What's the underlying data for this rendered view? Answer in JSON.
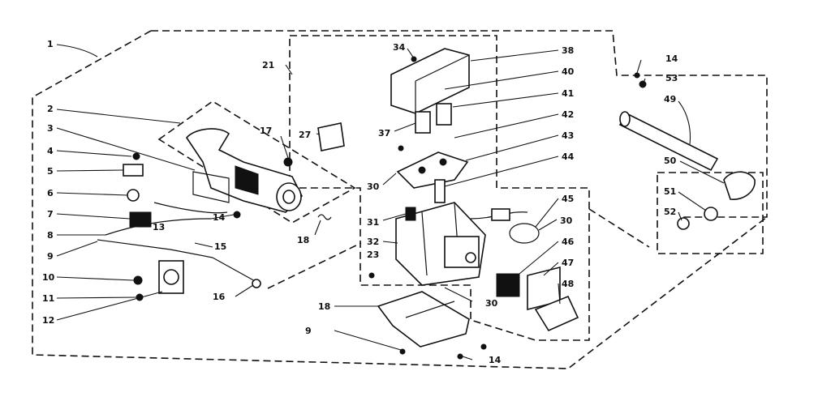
{
  "callouts": {
    "c1": "1",
    "c2": "2",
    "c3": "3",
    "c4": "4",
    "c5": "5",
    "c6": "6",
    "c7": "7",
    "c8": "8",
    "c9": "9",
    "c10": "10",
    "c11": "11",
    "c12": "12",
    "c13": "13",
    "c14a": "14",
    "c15": "15",
    "c16": "16",
    "c17": "17",
    "c18a": "18",
    "c21": "21",
    "c27": "27",
    "c30a": "30",
    "c31": "31",
    "c32": "32",
    "c23": "23",
    "c18b": "18",
    "c9b": "9",
    "c14b": "14",
    "c30b": "30",
    "c30c": "30",
    "c34": "34",
    "c37": "37",
    "c38": "38",
    "c40": "40",
    "c41": "41",
    "c42": "42",
    "c43": "43",
    "c44": "44",
    "c45": "45",
    "c46": "46",
    "c47": "47",
    "c48": "48",
    "c14c": "14",
    "c53": "53",
    "c49": "49",
    "c50": "50",
    "c51": "51",
    "c52": "52"
  }
}
